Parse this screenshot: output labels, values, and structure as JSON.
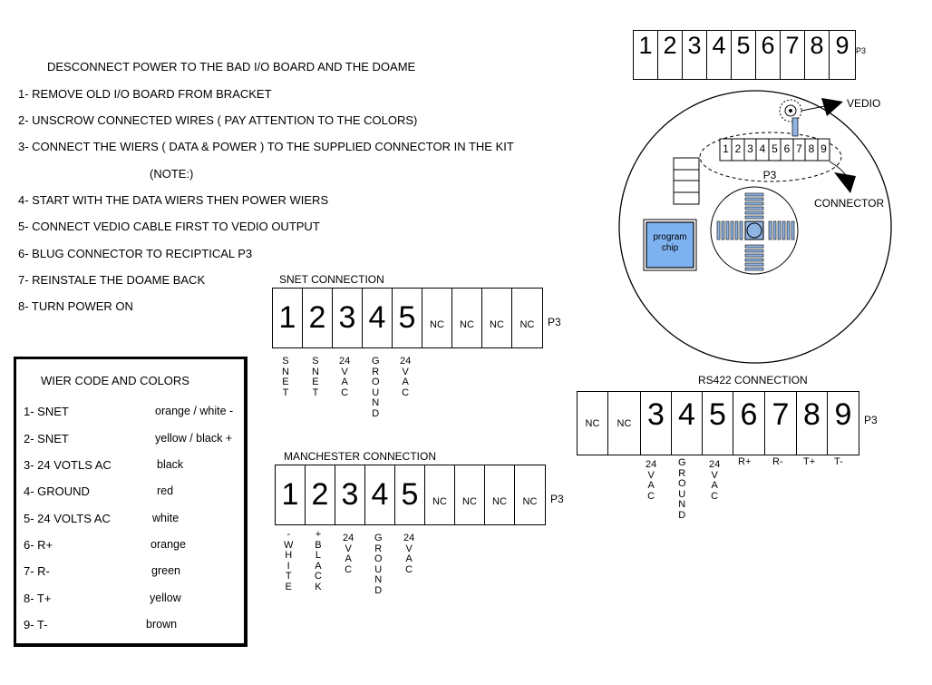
{
  "instructions": {
    "heading": "DESCONNECT POWER TO THE BAD I/O BOARD AND THE DOAME",
    "steps": [
      "1- REMOVE OLD I/O BOARD FROM BRACKET",
      "2- UNSCROW CONNECTED WIRES ( PAY ATTENTION TO THE COLORS)",
      "3- CONNECT THE WIERS  ( DATA & POWER ) TO THE SUPPLIED CONNECTOR IN THE KIT",
      "(NOTE:)",
      "4- START WITH THE DATA WIERS THEN POWER WIERS",
      "5- CONNECT VEDIO CABLE FIRST TO VEDIO OUTPUT",
      "6- BLUG CONNECTOR TO RECIPTICAL P3",
      "7- REINSTALE THE DOAME BACK",
      "8- TURN POWER ON"
    ]
  },
  "legend": {
    "title": "WIER CODE AND COLORS",
    "rows": [
      {
        "wire": "1- SNET",
        "color": "orange / white -"
      },
      {
        "wire": "2- SNET",
        "color": "yellow / black +"
      },
      {
        "wire": "3- 24 VOTLS AC",
        "color": "black"
      },
      {
        "wire": "4- GROUND",
        "color": "red"
      },
      {
        "wire": "5- 24 VOLTS AC",
        "color": "white"
      },
      {
        "wire": "6- R+",
        "color": "orange"
      },
      {
        "wire": "7- R-",
        "color": "green"
      },
      {
        "wire": "8- T+",
        "color": "yellow"
      },
      {
        "wire": "9- T-",
        "color": "brown"
      }
    ]
  },
  "snet": {
    "title": "SNET CONNECTION",
    "cells": [
      "1",
      "2",
      "3",
      "4",
      "5",
      "NC",
      "NC",
      "NC",
      "NC"
    ],
    "port": "P3",
    "labels": [
      "SNET",
      "SNET",
      "24VAC",
      "GROUND",
      "24VAC"
    ]
  },
  "manchester": {
    "title": "MANCHESTER  CONNECTION",
    "cells": [
      "1",
      "2",
      "3",
      "4",
      "5",
      "NC",
      "NC",
      "NC",
      "NC"
    ],
    "port": "P3",
    "labels": [
      "-WHITE",
      "+BLACK",
      "24VAC",
      "GROUND",
      "24VAC"
    ]
  },
  "rs422": {
    "title": "RS422 CONNECTION",
    "cells": [
      "NC",
      "NC",
      "3",
      "4",
      "5",
      "6",
      "7",
      "8",
      "9"
    ],
    "port": "P3",
    "labels": [
      "24VAC",
      "GROUND",
      "24VAC",
      "R+",
      "R-",
      "T+",
      "T-"
    ]
  },
  "board": {
    "top_connector": {
      "pins": [
        "1",
        "2",
        "3",
        "4",
        "5",
        "6",
        "7",
        "8",
        "9"
      ],
      "port": "P3"
    },
    "inner_connector": {
      "pins": [
        "1",
        "2",
        "3",
        "4",
        "5",
        "6",
        "7",
        "8",
        "9"
      ],
      "port": "P3"
    },
    "video_label": "VEDIO",
    "connector_label": "CONNECTOR",
    "chip_label": "program chip",
    "chip_color": "#7fb2f0",
    "pad_color": "#8fb4e3"
  }
}
